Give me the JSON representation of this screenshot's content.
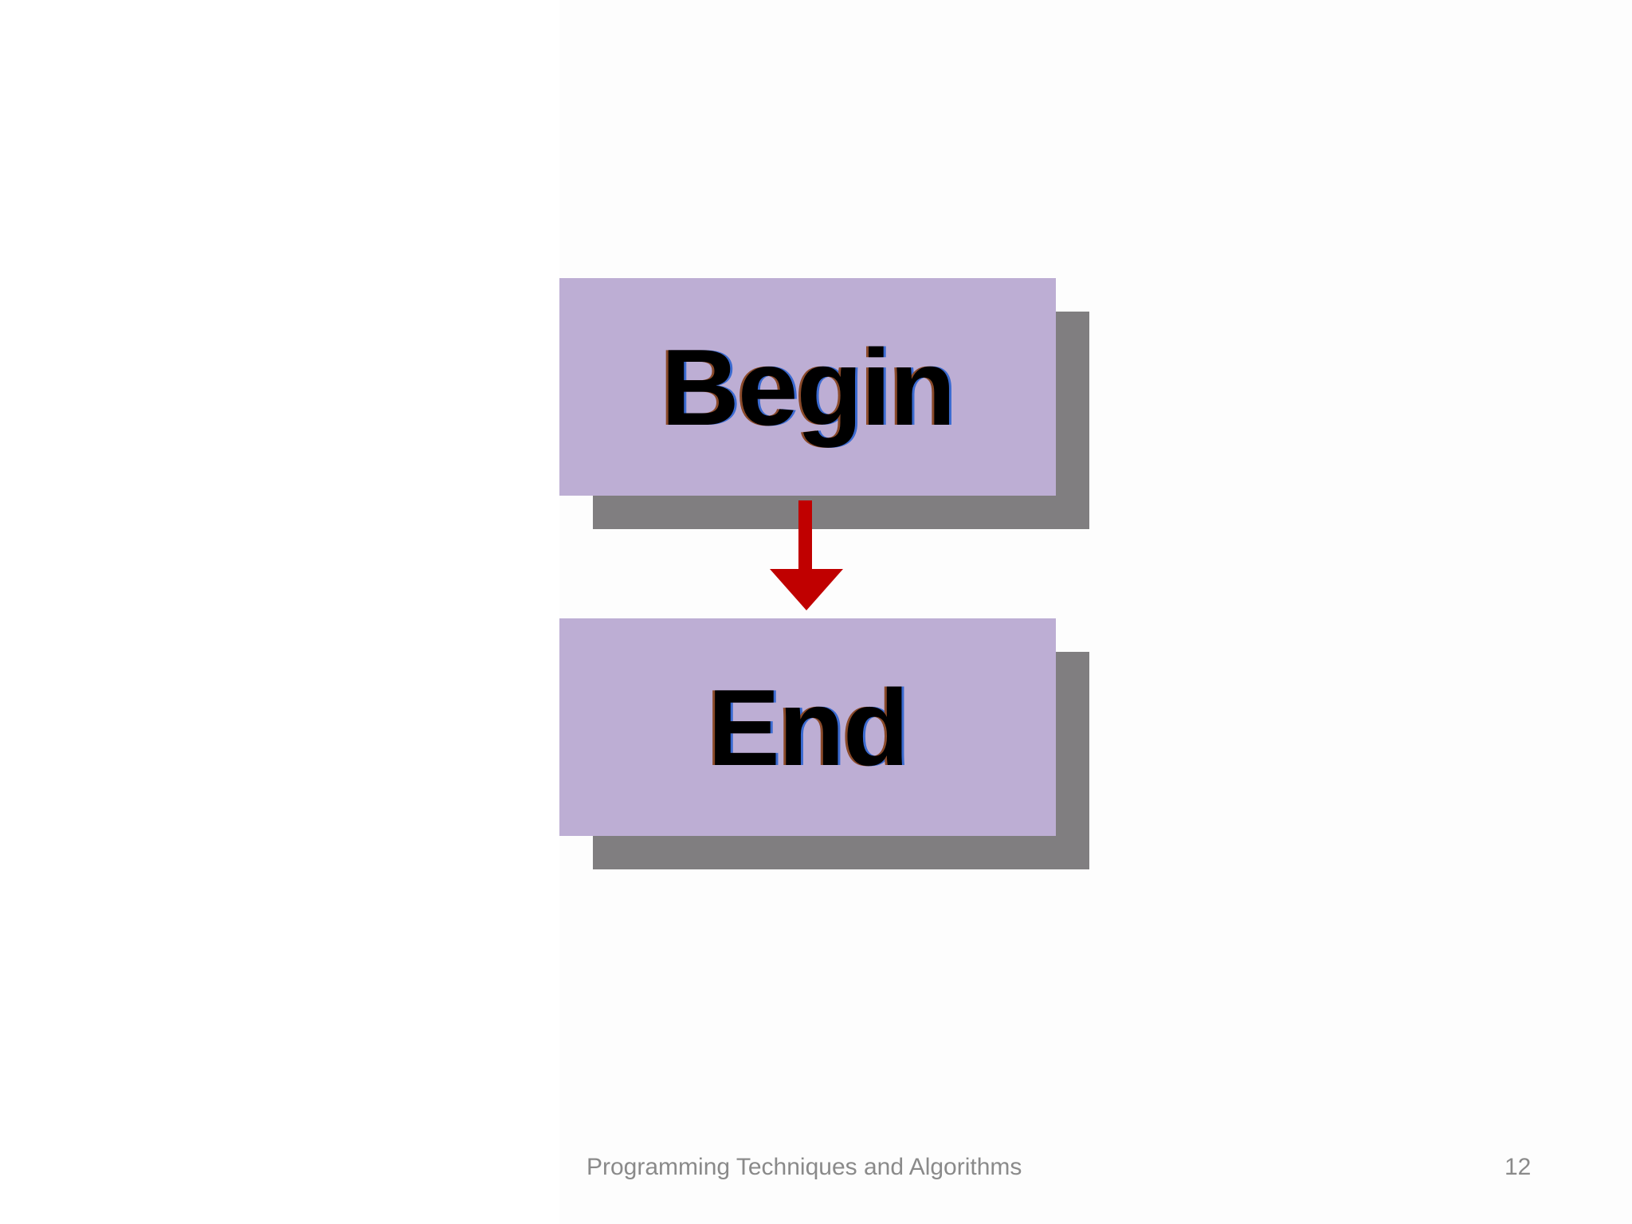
{
  "diagram": {
    "nodes": [
      {
        "id": "begin",
        "label": "Begin"
      },
      {
        "id": "end",
        "label": "End"
      }
    ],
    "edges": [
      {
        "from": "begin",
        "to": "end"
      }
    ],
    "colors": {
      "box_fill": "#bdaed4",
      "shadow": "#807e80",
      "arrow": "#c00000",
      "text": "#000000"
    }
  },
  "footer": {
    "title": "Programming Techniques and Algorithms",
    "page_number": "12"
  }
}
